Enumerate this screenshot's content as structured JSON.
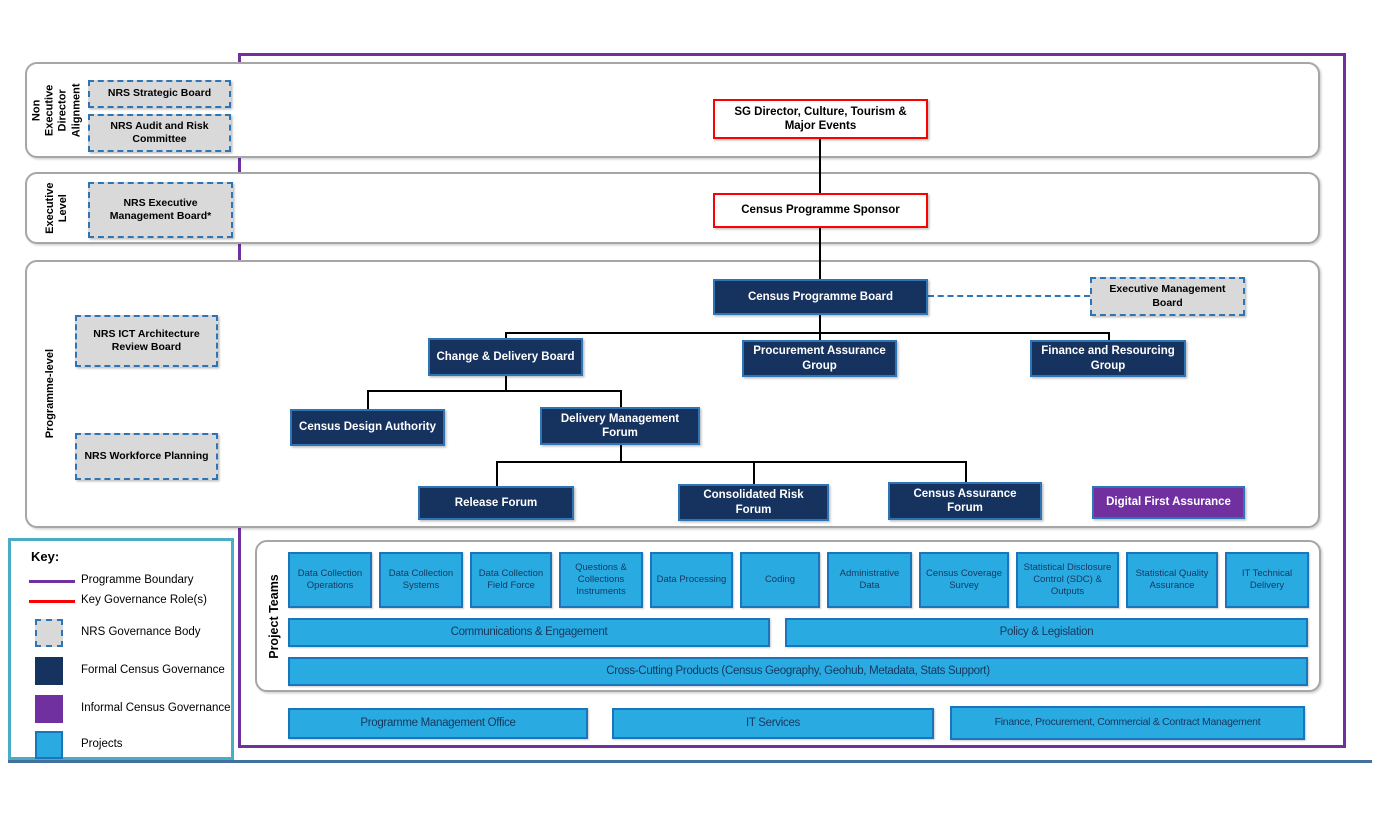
{
  "colors": {
    "navy": "#16325F",
    "blue": "#2E75B6",
    "project-blue": "#29ABE2",
    "project-border": "#1B75BC",
    "purple": "#7030A0",
    "red": "#FF0000",
    "gray-fill": "#D9D9D9",
    "section-border": "#A6A6A6",
    "key-border": "#4BACC6",
    "bottom-line": "#41719C",
    "text-dark": "#17375E"
  },
  "sections": {
    "non_exec": "Non Executive Director Alignment",
    "exec": "Executive Level",
    "programme": "Programme-level",
    "projects": "Project Teams"
  },
  "nrs": {
    "strategic": "NRS Strategic Board",
    "audit": "NRS Audit and Risk Committee",
    "exec_mgmt": "NRS Executive Management Board*",
    "ict": "NRS ICT Architecture Review Board",
    "workforce": "NRS Workforce Planning",
    "emb": "Executive Management Board"
  },
  "roles": {
    "sg_director": "SG Director, Culture, Tourism & Major Events",
    "sponsor": "Census Programme Sponsor"
  },
  "formal": {
    "cpb": "Census Programme Board",
    "cdb": "Change & Delivery Board",
    "pag": "Procurement Assurance Group",
    "frg": "Finance and Resourcing Group",
    "cda": "Census Design Authority",
    "dmf": "Delivery Management Forum",
    "release": "Release Forum",
    "risk": "Consolidated Risk Forum",
    "assurance": "Census Assurance Forum"
  },
  "informal": {
    "dfa": "Digital First Assurance"
  },
  "teams": {
    "row1": [
      "Data Collection Operations",
      "Data Collection Systems",
      "Data Collection Field Force",
      "Questions & Collections Instruments",
      "Data Processing",
      "Coding",
      "Administrative Data",
      "Census Coverage Survey",
      "Statistical Disclosure Control (SDC) & Outputs",
      "Statistical Quality Assurance",
      "IT Technical Delivery"
    ],
    "row2": [
      "Communications & Engagement",
      "Policy & Legislation"
    ],
    "row3": "Cross-Cutting Products  (Census Geography, Geohub, Metadata, Stats Support)",
    "support": [
      "Programme Management Office",
      "IT Services",
      "Finance, Procurement, Commercial & Contract Management"
    ]
  },
  "legend": {
    "title": "Key:",
    "items": [
      {
        "label": "Programme Boundary"
      },
      {
        "label": "Key Governance Role(s)"
      },
      {
        "label": "NRS Governance Body"
      },
      {
        "label": "Formal Census Governance"
      },
      {
        "label": "Informal Census Governance"
      },
      {
        "label": "Projects"
      }
    ]
  }
}
